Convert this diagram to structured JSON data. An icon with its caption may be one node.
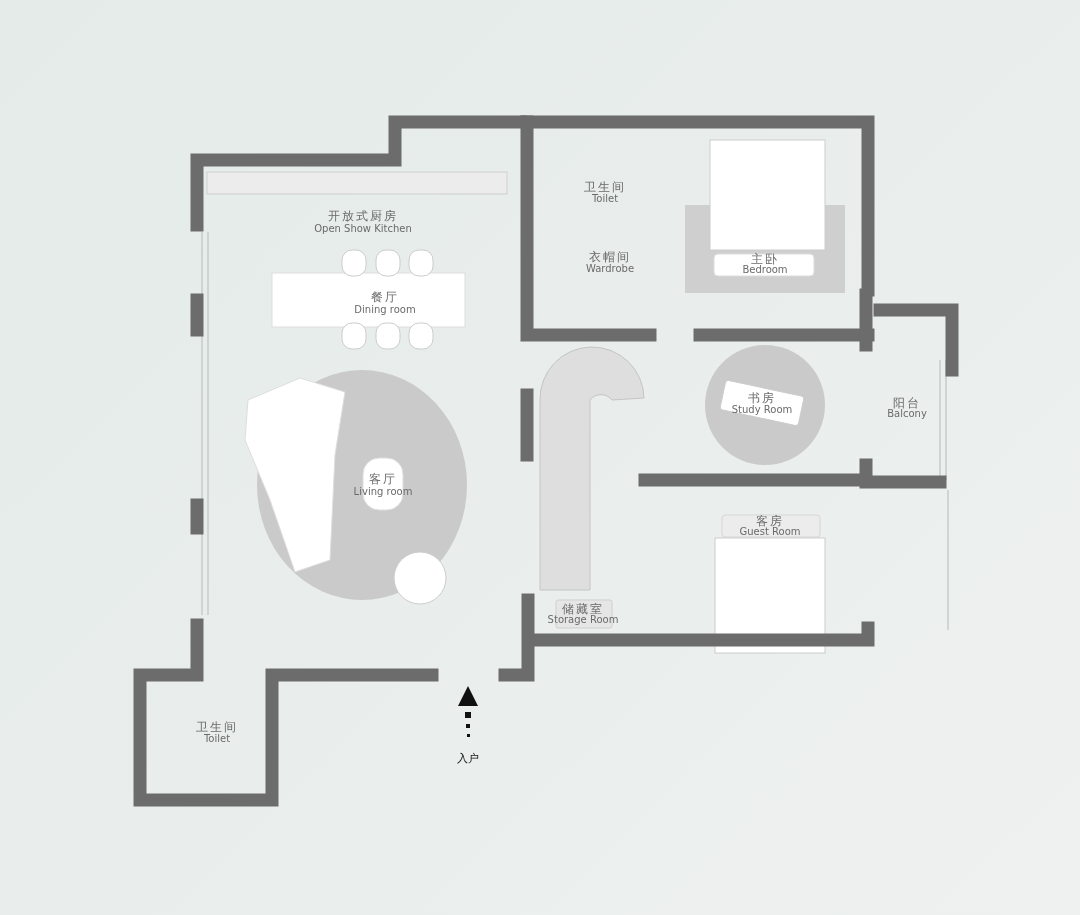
{
  "diagram": {
    "labels": [
      "开放式厨房",
      "Open Show Kitchen",
      "卫生间",
      "Toilet",
      "衣帽间",
      "Wardrobe",
      "主卧",
      "Bedroom",
      "餐厅",
      "Dining room",
      "书房",
      "Study Room",
      "阳台",
      "Balcony",
      "客厅",
      "Living room",
      "客房",
      "Guest Room",
      "储藏室",
      "Storage Room",
      "卫生间",
      "Toilet",
      "入户"
    ]
  }
}
